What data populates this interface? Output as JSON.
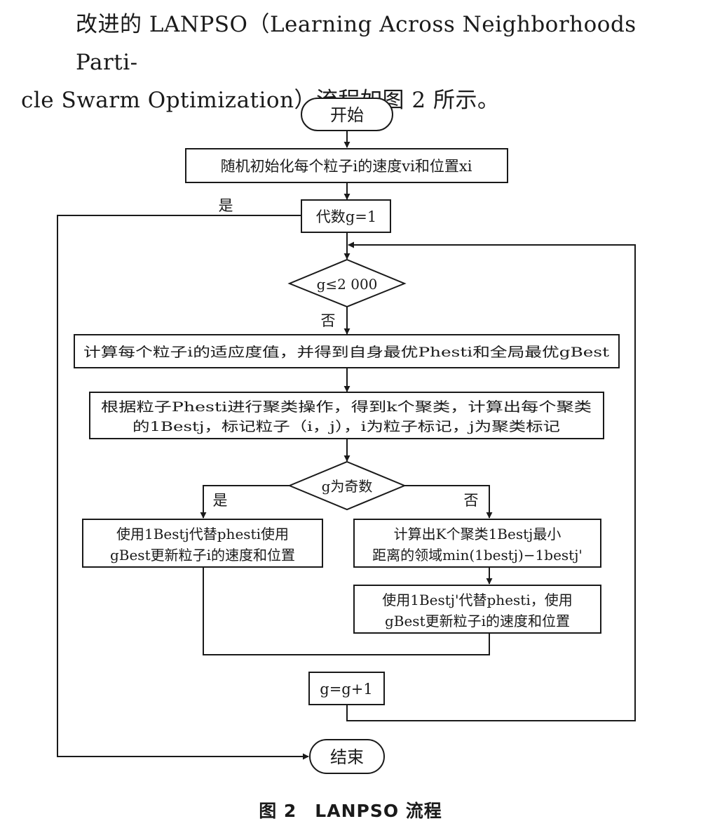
{
  "intro": {
    "line1": "改进的 LANPSO（Learning Across Neighborhoods Parti-",
    "line2": "cle Swarm Optimization）流程如图 2 所示。"
  },
  "flow": {
    "start": "开始",
    "init": "随机初始化每个粒子i的速度vi和位置xi",
    "gen_init": "代数g=1",
    "cond_g": "g≤2 000",
    "yes_label_top": "是",
    "no_label_cond": "否",
    "fitness": "计算每个粒子i的适应度值，并得到自身最优Phesti和全局最优gBest",
    "cluster_line1": "根据粒子Phesti进行聚类操作，得到k个聚类，计算出每个聚类",
    "cluster_line2": "的1Bestj，标记粒子（i，j），i为粒子标记，j为聚类标记",
    "cond_odd": "g为奇数",
    "yes_label_odd": "是",
    "no_label_odd": "否",
    "update_odd_line1": "使用1Bestj代替phesti使用",
    "update_odd_line2": "gBest更新粒子i的速度和位置",
    "compute_k_line1": "计算出K个聚类1Bestj最小",
    "compute_k_line2": "距离的领域min(1bestj)−1bestj'",
    "update_even_line1": "使用1Bestj'代替phesti，使用",
    "update_even_line2": "gBest更新粒子i的速度和位置",
    "increment": "g=g+1",
    "end": "结束"
  },
  "caption": "图 2　LANPSO 流程"
}
